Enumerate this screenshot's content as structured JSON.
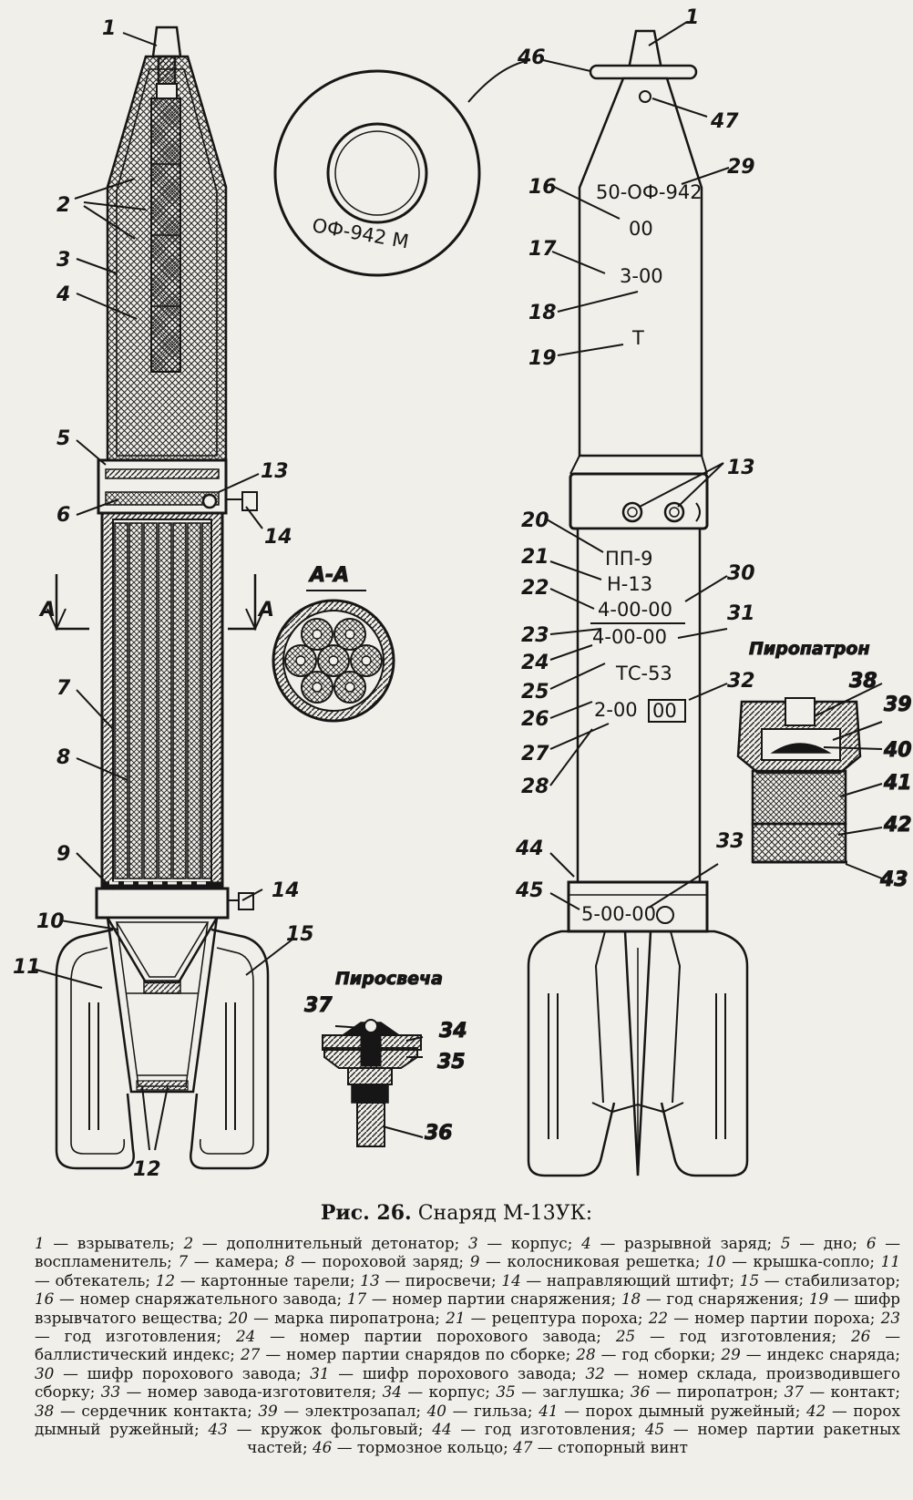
{
  "figure": {
    "labels": {
      "n1a": "1",
      "n2": "2",
      "n3": "3",
      "n4": "4",
      "n5": "5",
      "n6": "6",
      "n7": "7",
      "n8": "8",
      "n9": "9",
      "n10": "10",
      "n11": "11",
      "n12": "12",
      "n13a": "13",
      "n14a": "14",
      "n14b": "14",
      "n15": "15",
      "n1b": "1",
      "n46": "46",
      "n47": "47",
      "n29": "29",
      "n16": "16",
      "n17": "17",
      "n18": "18",
      "n19": "19",
      "n13b": "13",
      "n20": "20",
      "n21": "21",
      "n22": "22",
      "n30": "30",
      "n23": "23",
      "n31": "31",
      "n24": "24",
      "n25": "25",
      "n26": "26",
      "n32": "32",
      "n27": "27",
      "n28": "28",
      "n44": "44",
      "n33": "33",
      "n45": "45",
      "n38": "38",
      "n39": "39",
      "n40": "40",
      "n41": "41",
      "n42": "42",
      "n43": "43",
      "n37": "37",
      "n34": "34",
      "n35": "35",
      "n36": "36"
    },
    "section_title": "А-А",
    "section_letter_left": "А",
    "section_letter_right": "А",
    "ring_marking": "ОФ-942 М",
    "markings": {
      "index": "50-ОФ-942",
      "lot": "00",
      "year_fill": "3-00",
      "explosive": "Т",
      "squib": "ПП-9",
      "powder": "Н-13",
      "powder_lot": "4-00-00",
      "powder_plant": "4-00-00",
      "ballistic": "ТС-53",
      "assembly": "2-00",
      "warehouse": "00",
      "rocket_lot": "5-00-00"
    },
    "pyro_cartridge_title": "Пиропатрон",
    "pyro_candle_title": "Пиросвеча"
  },
  "caption": {
    "prefix": "Рис. 26.",
    "title": "Снаряд М-13УК:"
  },
  "legend": [
    {
      "n": "1",
      "t": "взрыватель;"
    },
    {
      "n": "2",
      "t": "дополнительный детонатор;"
    },
    {
      "n": "3",
      "t": "корпус;"
    },
    {
      "n": "4",
      "t": "разрывной заряд;"
    },
    {
      "n": "5",
      "t": "дно;"
    },
    {
      "n": "6",
      "t": "воспламенитель;"
    },
    {
      "n": "7",
      "t": "камера;"
    },
    {
      "n": "8",
      "t": "пороховой заряд;"
    },
    {
      "n": "9",
      "t": "колосниковая решетка;"
    },
    {
      "n": "10",
      "t": "крышка-сопло;"
    },
    {
      "n": "11",
      "t": "обтекатель;"
    },
    {
      "n": "12",
      "t": "картонные тарели;"
    },
    {
      "n": "13",
      "t": "пиросвечи;"
    },
    {
      "n": "14",
      "t": "направляющий штифт;"
    },
    {
      "n": "15",
      "t": "стабилизатор;"
    },
    {
      "n": "16",
      "t": "номер снаряжательного завода;"
    },
    {
      "n": "17",
      "t": "номер партии снаряжения;"
    },
    {
      "n": "18",
      "t": "год снаряжения;"
    },
    {
      "n": "19",
      "t": "шифр взрывчатого вещества;"
    },
    {
      "n": "20",
      "t": "марка пиропатрона;"
    },
    {
      "n": "21",
      "t": "рецептура пороха;"
    },
    {
      "n": "22",
      "t": "номер партии пороха;"
    },
    {
      "n": "23",
      "t": "год изготовления;"
    },
    {
      "n": "24",
      "t": "номер партии порохового завода;"
    },
    {
      "n": "25",
      "t": "год изготовления;"
    },
    {
      "n": "26",
      "t": "баллистический индекс;"
    },
    {
      "n": "27",
      "t": "номер партии снарядов по сборке;"
    },
    {
      "n": "28",
      "t": "год сборки;"
    },
    {
      "n": "29",
      "t": "индекс снаряда;"
    },
    {
      "n": "30",
      "t": "шифр порохового завода;"
    },
    {
      "n": "31",
      "t": "шифр порохового завода;"
    },
    {
      "n": "32",
      "t": "номер склада, производившего сборку;"
    },
    {
      "n": "33",
      "t": "номер завода-изготовителя;"
    },
    {
      "n": "34",
      "t": "корпус;"
    },
    {
      "n": "35",
      "t": "заглушка;"
    },
    {
      "n": "36",
      "t": "пиропатрон;"
    },
    {
      "n": "37",
      "t": "контакт;"
    },
    {
      "n": "38",
      "t": "сердечник контакта;"
    },
    {
      "n": "39",
      "t": "электрозапал;"
    },
    {
      "n": "40",
      "t": "гильза;"
    },
    {
      "n": "41",
      "t": "порох дымный ружейный;"
    },
    {
      "n": "42",
      "t": "порох дымный ружейный;"
    },
    {
      "n": "43",
      "t": "кружок фольговый;"
    },
    {
      "n": "44",
      "t": "год изготовления;"
    },
    {
      "n": "45",
      "t": "номер партии ракетных частей;"
    },
    {
      "n": "46",
      "t": "тормозное кольцо;"
    },
    {
      "n": "47",
      "t": "стопорный винт"
    }
  ]
}
